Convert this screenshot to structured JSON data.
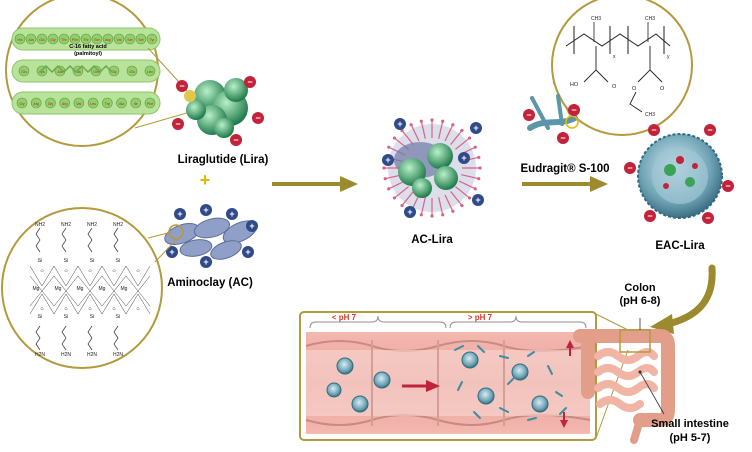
{
  "labels": {
    "liraglutide": "Liraglutide (Lira)",
    "plus": "+",
    "aminoclay": "Aminoclay (AC)",
    "ac_lira": "AC-Lira",
    "eudragit": "Eudragit® S-100",
    "eac_lira": "EAC-Lira",
    "colon_name": "Colon",
    "colon_ph": "(pH 6-8)",
    "small_intestine_name": "Small intestine",
    "small_intestine_ph": "(pH 5-7)",
    "ph_low": "< pH 7",
    "ph_high": "> pH 7",
    "fatty_acid_line1": "C-16 fatty acid",
    "fatty_acid_line2": "(palmitoyl)"
  },
  "peptide_top_residues": [
    "His",
    "Ala",
    "Glu",
    "Gly",
    "Thr",
    "Phe",
    "Thr",
    "Ser",
    "Asp",
    "Val",
    "Ser",
    "Ser",
    "Tyr"
  ],
  "peptide_mid_residues": [
    "Glu",
    "Lys",
    "Ala",
    "Ala",
    "Gln",
    "Gly",
    "Glu",
    "Leu"
  ],
  "peptide_bottom_residues": [
    "Gly",
    "Arg",
    "Gly",
    "Arg",
    "Val",
    "Leu",
    "Trp",
    "Ala",
    "Ile",
    "Phe"
  ],
  "aminoclay_structure": {
    "amine_top": [
      "NH2",
      "NH2",
      "NH2",
      "NH2"
    ],
    "amine_bottom": [
      "H2N",
      "H2N",
      "H2N",
      "H2N"
    ],
    "metal": "Mg",
    "silicon": "Si",
    "oxygen": "O"
  },
  "polymer_structure": {
    "methyl_left": "CH3",
    "methyl_right": "CH3",
    "subscript_x": "x",
    "subscript_y": "y",
    "acid_group": "HO",
    "ester_oxygen": "O",
    "ester_methyl": "CH3"
  },
  "symbols": {
    "positive": "+",
    "negative": "−"
  },
  "colors": {
    "arrow": "#9b8a2e",
    "peptide_green": "#a9d98a",
    "positive_charge": "#2f4a8a",
    "negative_charge": "#c2223a",
    "plus_yellow": "#e6b800",
    "ph_red": "#d63a2a",
    "intestine": "#e8a58f",
    "frame_gold": "#b39a3c"
  }
}
